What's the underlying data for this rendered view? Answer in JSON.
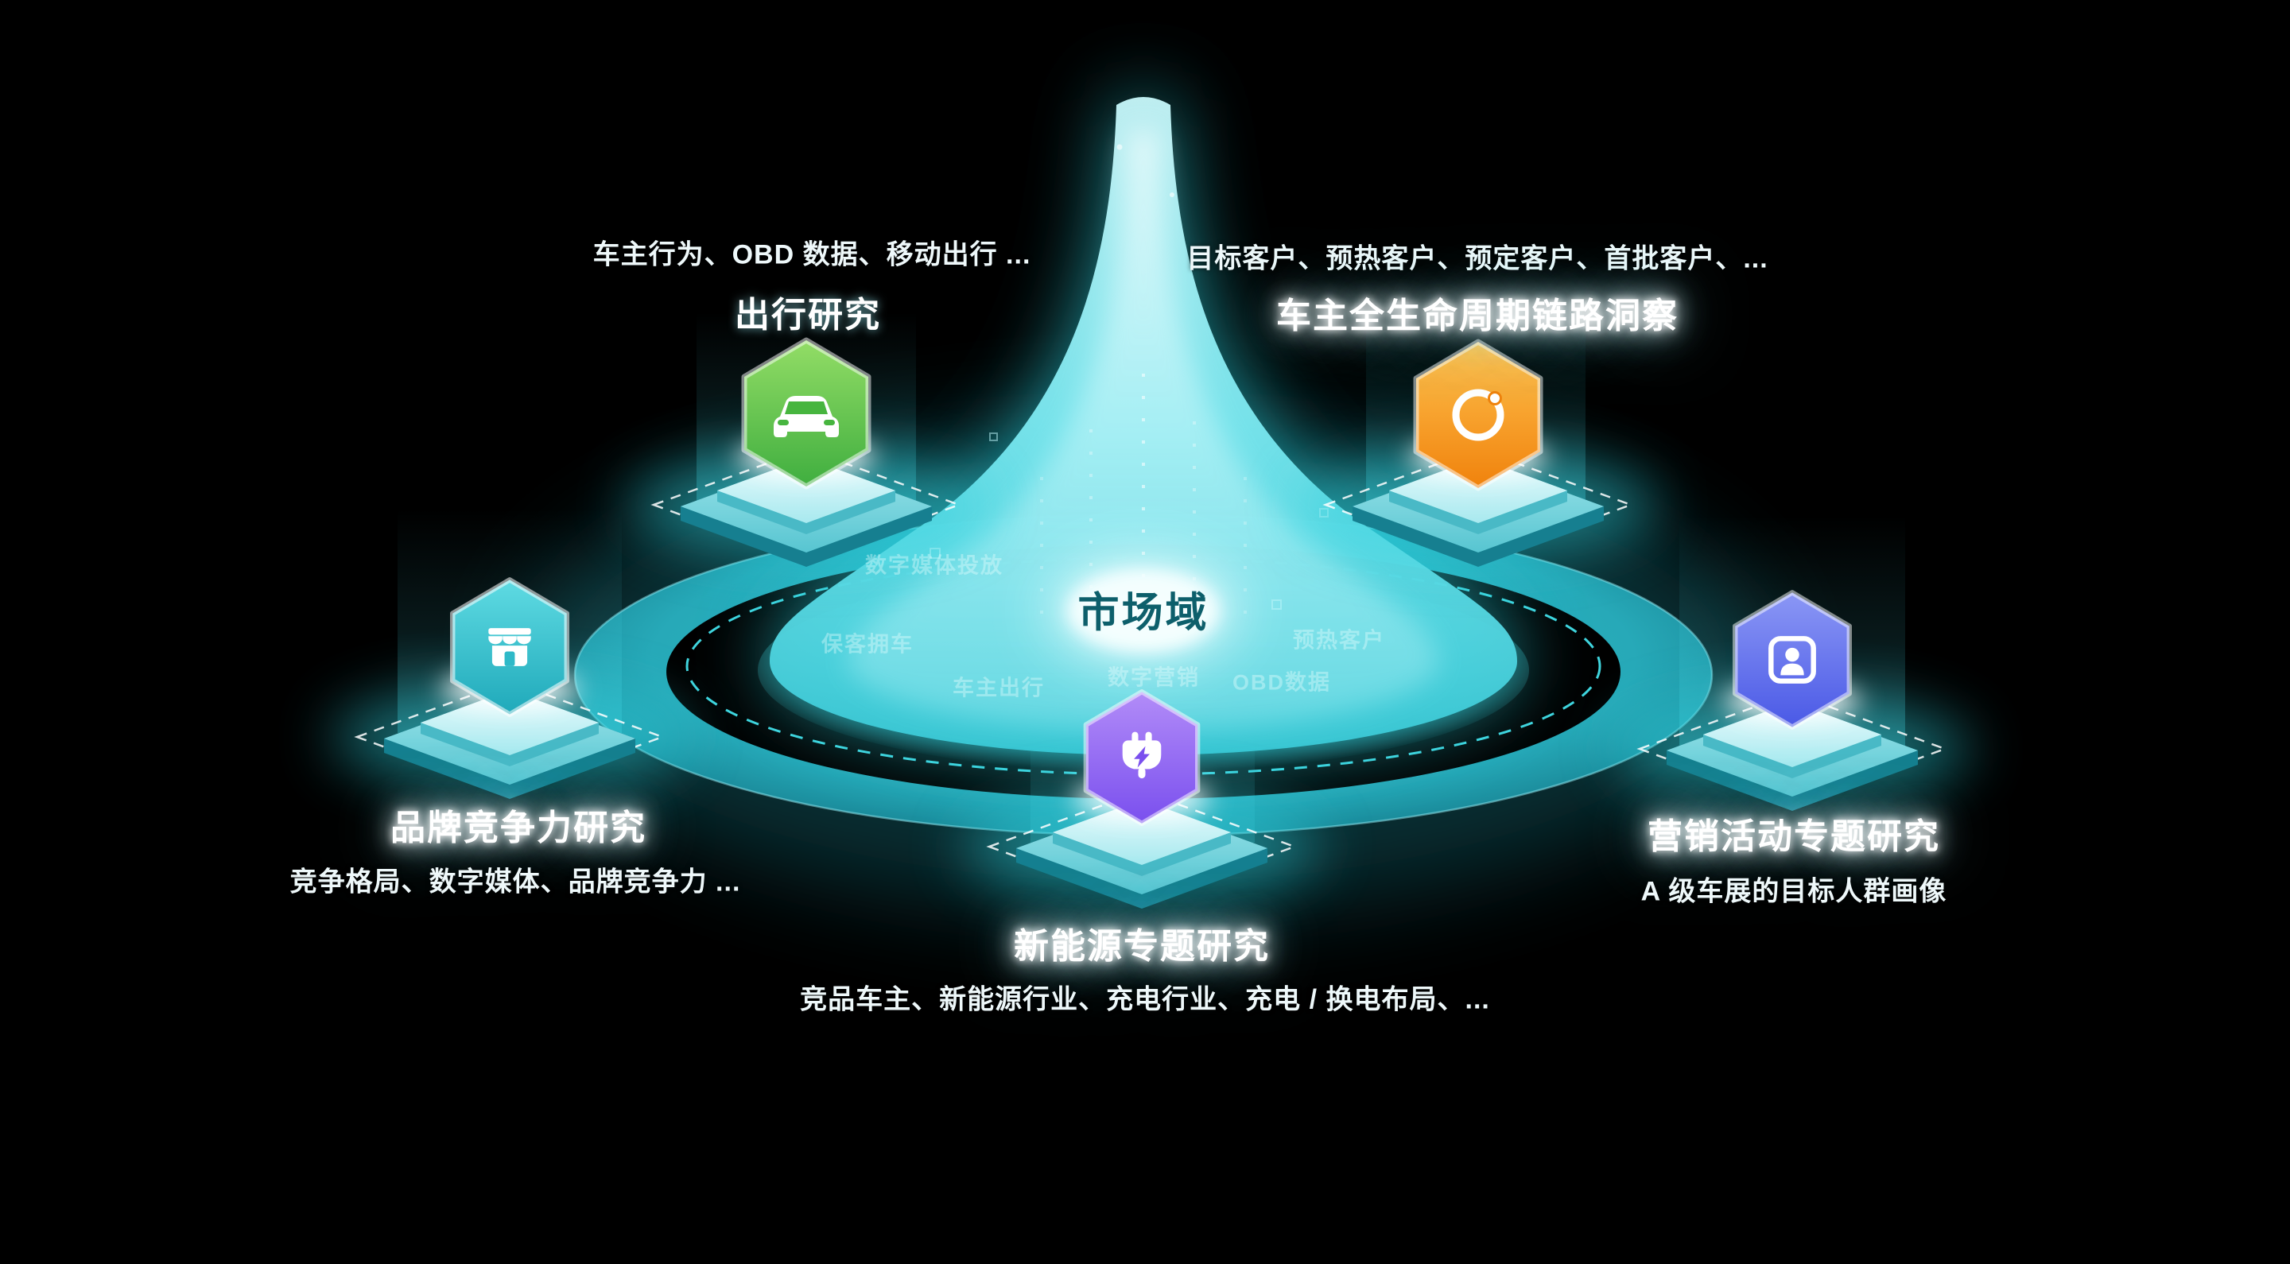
{
  "diagram": {
    "center_label": "市场域",
    "nodes": [
      {
        "id": "travel-research",
        "icon": "car-icon",
        "color": "#47b53f",
        "title": "出行研究",
        "desc": "车主行为、OBD 数据、移动出行 ..."
      },
      {
        "id": "customer-lifecycle",
        "icon": "orbit-icon",
        "color": "#f0820c",
        "title": "车主全生命周期链路洞察",
        "desc": "目标客户、预热客户、预定客户、首批客户、..."
      },
      {
        "id": "brand-competition",
        "icon": "storefront-icon",
        "color": "#2fb9c8",
        "title": "品牌竞争力研究",
        "desc": "竞争格局、数字媒体、品牌竞争力 ..."
      },
      {
        "id": "marketing-campaign",
        "icon": "user-icon",
        "color": "#5b6cf0",
        "title": "营销活动专题研究",
        "desc": "A 级车展的目标人群画像"
      },
      {
        "id": "new-energy",
        "icon": "charging-plug-icon",
        "color": "#8a5cf0",
        "title": "新能源专题研究",
        "desc": "竞品车主、新能源行业、充电行业、充电 / 换电布局、..."
      }
    ],
    "watermarks": [
      "数字媒体投放",
      "保客拥车",
      "预热客户",
      "车主出行",
      "数字营销",
      "OBD数据"
    ],
    "colors": {
      "background": "#000000",
      "teal_bright": "#49dde8",
      "teal_main": "#2fc2d0",
      "center_text": "#0d5f6b"
    }
  }
}
